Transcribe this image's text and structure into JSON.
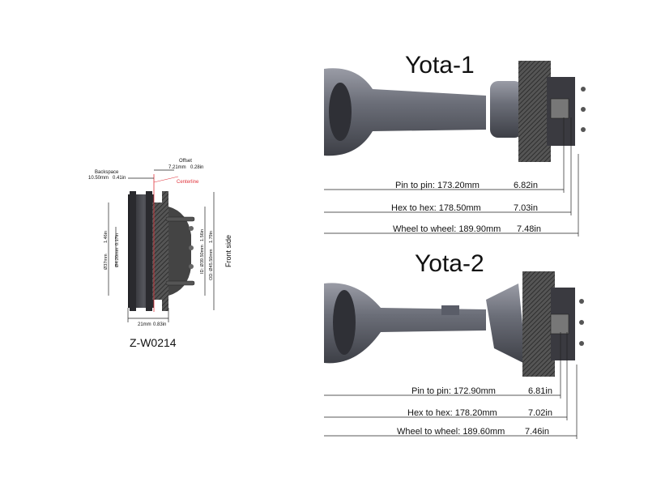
{
  "wheel": {
    "part_number": "Z-W0214",
    "backspace_label": "Backspace",
    "backspace_mm": "10.50mm",
    "backspace_in": "0.41in",
    "offset_label": "Offset",
    "offset_mm": "7.21mm",
    "offset_in": "0.28in",
    "centerline_label": "Centerline",
    "bead_dia_mm": "Ø37mm",
    "bead_dia_in": "1.46in",
    "hole_dia_mm": "Ø4.20mm",
    "hole_dia_in": "0.17in",
    "id_mm": "ID: Ø39.50mm",
    "id_in": "1.56in",
    "od_mm": "OD: Ø45.50mm",
    "od_in": "1.79in",
    "front_side_label": "Front side",
    "width_mm": "21mm",
    "width_in": "0.83in"
  },
  "axles": [
    {
      "title": "Yota-1",
      "pin_label": "Pin to pin: 173.20mm",
      "pin_in": "6.82in",
      "hex_label": "Hex to hex: 178.50mm",
      "hex_in": "7.03in",
      "wheel_label": "Wheel to wheel: 189.90mm",
      "wheel_in": "7.48in"
    },
    {
      "title": "Yota-2",
      "pin_label": "Pin to pin: 172.90mm",
      "pin_in": "6.81in",
      "hex_label": "Hex to hex: 178.20mm",
      "hex_in": "7.02in",
      "wheel_label": "Wheel to wheel: 189.60mm",
      "wheel_in": "7.46in"
    }
  ],
  "colors": {
    "centerline": "#e0323a",
    "metal": "#5a5d68",
    "dark": "#2b2b2f"
  }
}
